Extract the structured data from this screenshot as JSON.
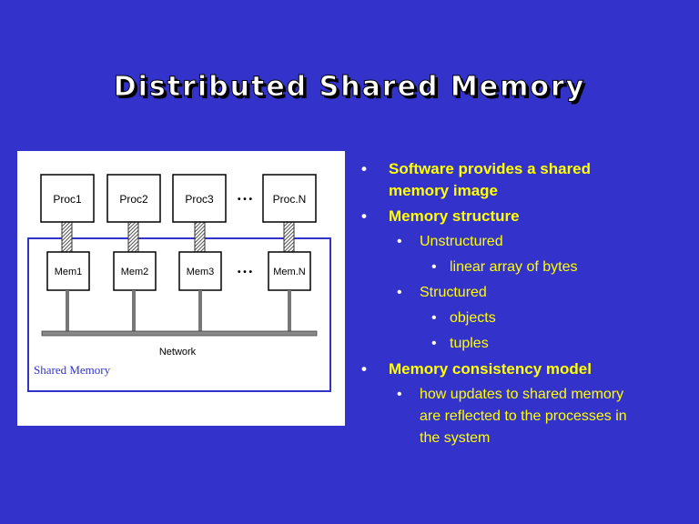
{
  "slide": {
    "title": "Distributed Shared Memory"
  },
  "figure": {
    "processors": [
      "Proc1",
      "Proc2",
      "Proc3",
      "Proc.N"
    ],
    "memories": [
      "Mem1",
      "Mem2",
      "Mem3",
      "Mem.N"
    ],
    "ellipsis": "• • •",
    "network_label": "Network",
    "region_label": "Shared Memory"
  },
  "bullets": {
    "software": "Software provides a shared memory image",
    "structure": "Memory structure",
    "unstructured": "Unstructured",
    "linear": "linear array of bytes",
    "structured": "Structured",
    "objects": "objects",
    "tuples": "tuples",
    "consistency": "Memory consistency model",
    "updates": "how updates to shared memory are reflected to the processes in the system"
  },
  "colors": {
    "background": "#3333cc",
    "bullet_text": "#ffff00",
    "figure_border": "#3333cc"
  }
}
